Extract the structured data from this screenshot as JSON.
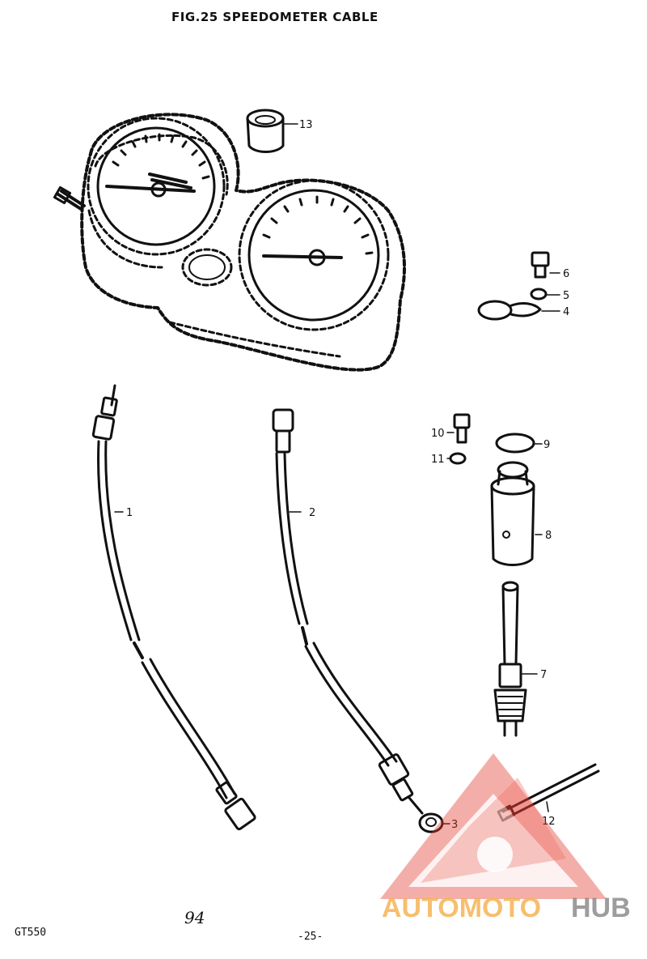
{
  "figure": {
    "title": "FIG.25  SPEEDOMETER CABLE"
  },
  "callouts": [
    {
      "id": "c1",
      "label": "1"
    },
    {
      "id": "c2",
      "label": "2"
    },
    {
      "id": "c3",
      "label": "3"
    },
    {
      "id": "c4",
      "label": "4"
    },
    {
      "id": "c5",
      "label": "5"
    },
    {
      "id": "c6",
      "label": "6"
    },
    {
      "id": "c7",
      "label": "7"
    },
    {
      "id": "c8",
      "label": "8"
    },
    {
      "id": "c9",
      "label": "9"
    },
    {
      "id": "c10",
      "label": "10"
    },
    {
      "id": "c11",
      "label": "11"
    },
    {
      "id": "c12",
      "label": "12"
    },
    {
      "id": "c13",
      "label": "13"
    }
  ],
  "footer": {
    "model": "GT550",
    "page": "-25-",
    "handwritten": "94"
  },
  "watermark": {
    "part1": "AUTOMOTO",
    "part2": "HUB",
    "color1": "#f5b455",
    "color2": "#8c8c8c",
    "logo_color": "#e63a2e"
  }
}
